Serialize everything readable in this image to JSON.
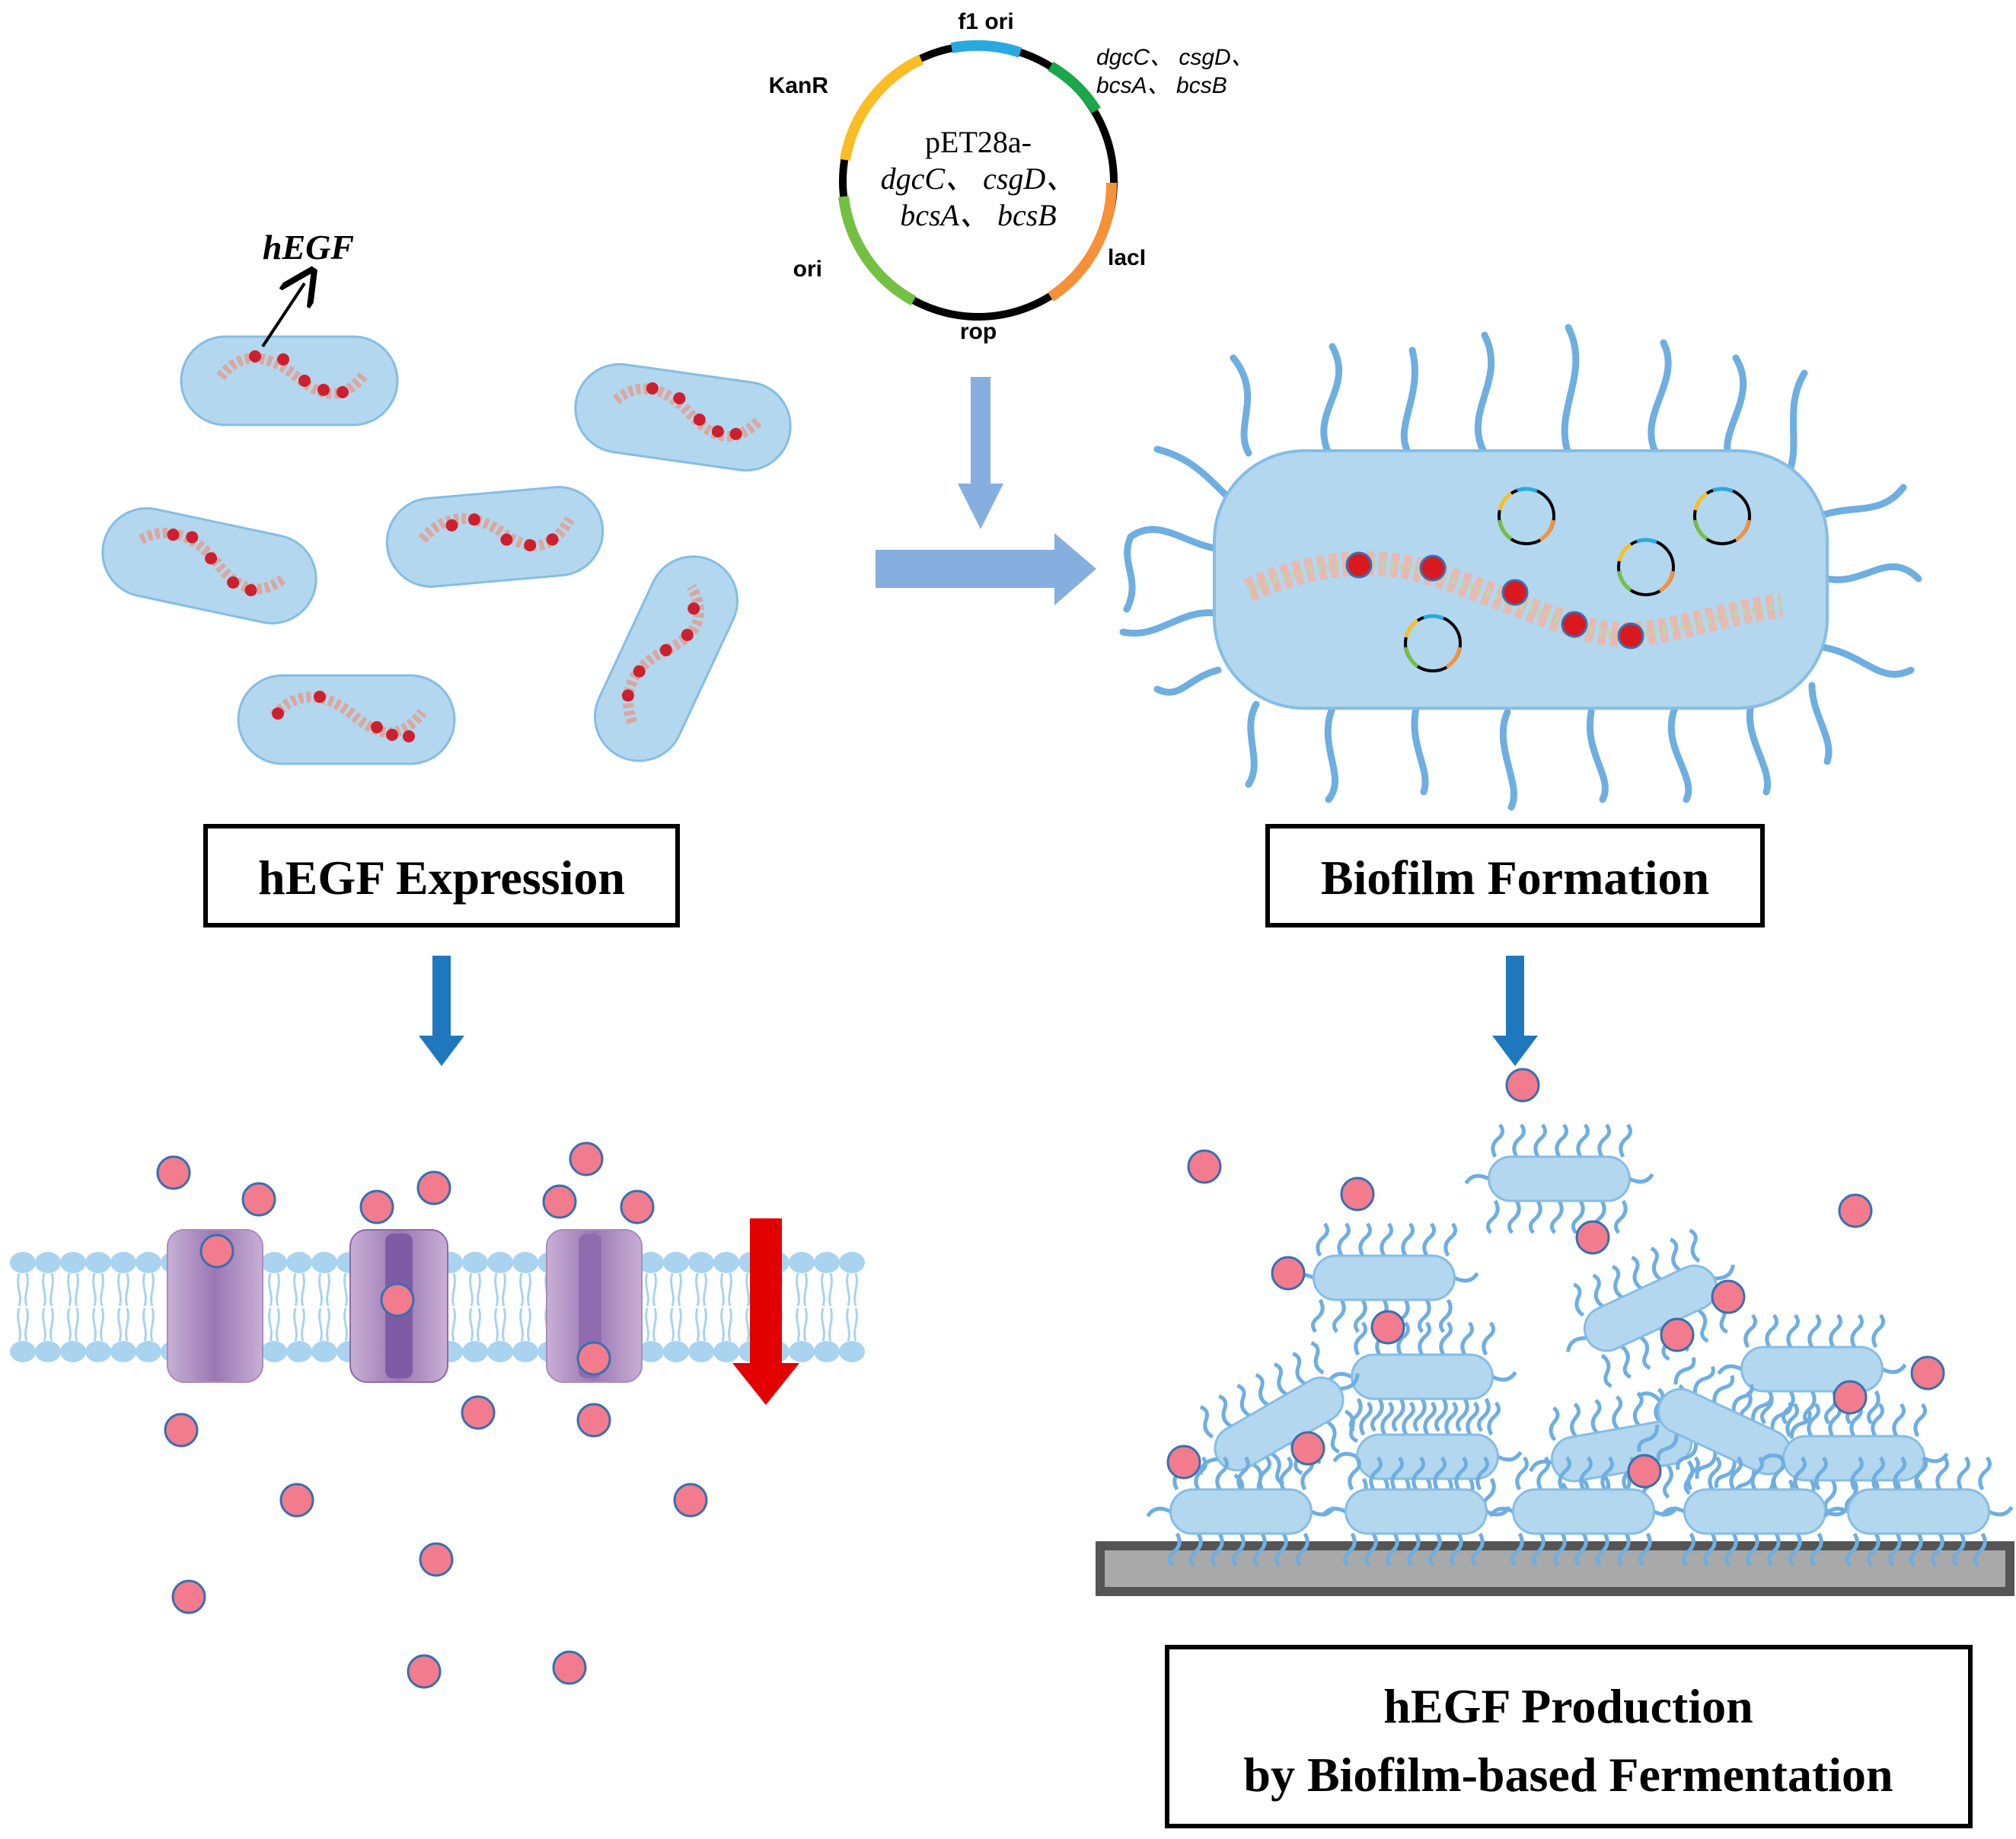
{
  "plasmid": {
    "name_line1": "pET28a-",
    "name_line2": "dgcC、 csgD、",
    "name_line3": "bcsA、 bcsB",
    "segments": {
      "f1_ori": "f1 ori",
      "kanr": "KanR",
      "ori": "ori",
      "rop": "rop",
      "laci": "lacI",
      "genes_line1": "dgcC、 csgD、",
      "genes_line2": "bcsA、 bcsB"
    },
    "colors": {
      "f1_ori": "#29a9e0",
      "genes": "#1aa64a",
      "laci": "#f6913a",
      "ori": "#74c043",
      "kanr": "#fbbd26",
      "backbone": "#000000"
    }
  },
  "labels": {
    "hegf_gene": "hEGF",
    "expression_box": "hEGF Expression",
    "biofilm_box": "Biofilm Formation",
    "production_line1": "hEGF Production",
    "production_line2": "by Biofilm-based Fermentation"
  },
  "colors": {
    "cell_fill": "#b3d7ef",
    "cell_stroke": "#86bde3",
    "protein_fill": "#f27c8d",
    "protein_stroke": "#3a6fae",
    "arrow_light": "#86aede",
    "arrow_dark": "#1f78bd",
    "down_arrow_red": "#e30000",
    "membrane_head": "#a9d3ee",
    "channel": "#b99ac8",
    "substrate": "#a9a9a9",
    "substrate_border": "#555555"
  }
}
